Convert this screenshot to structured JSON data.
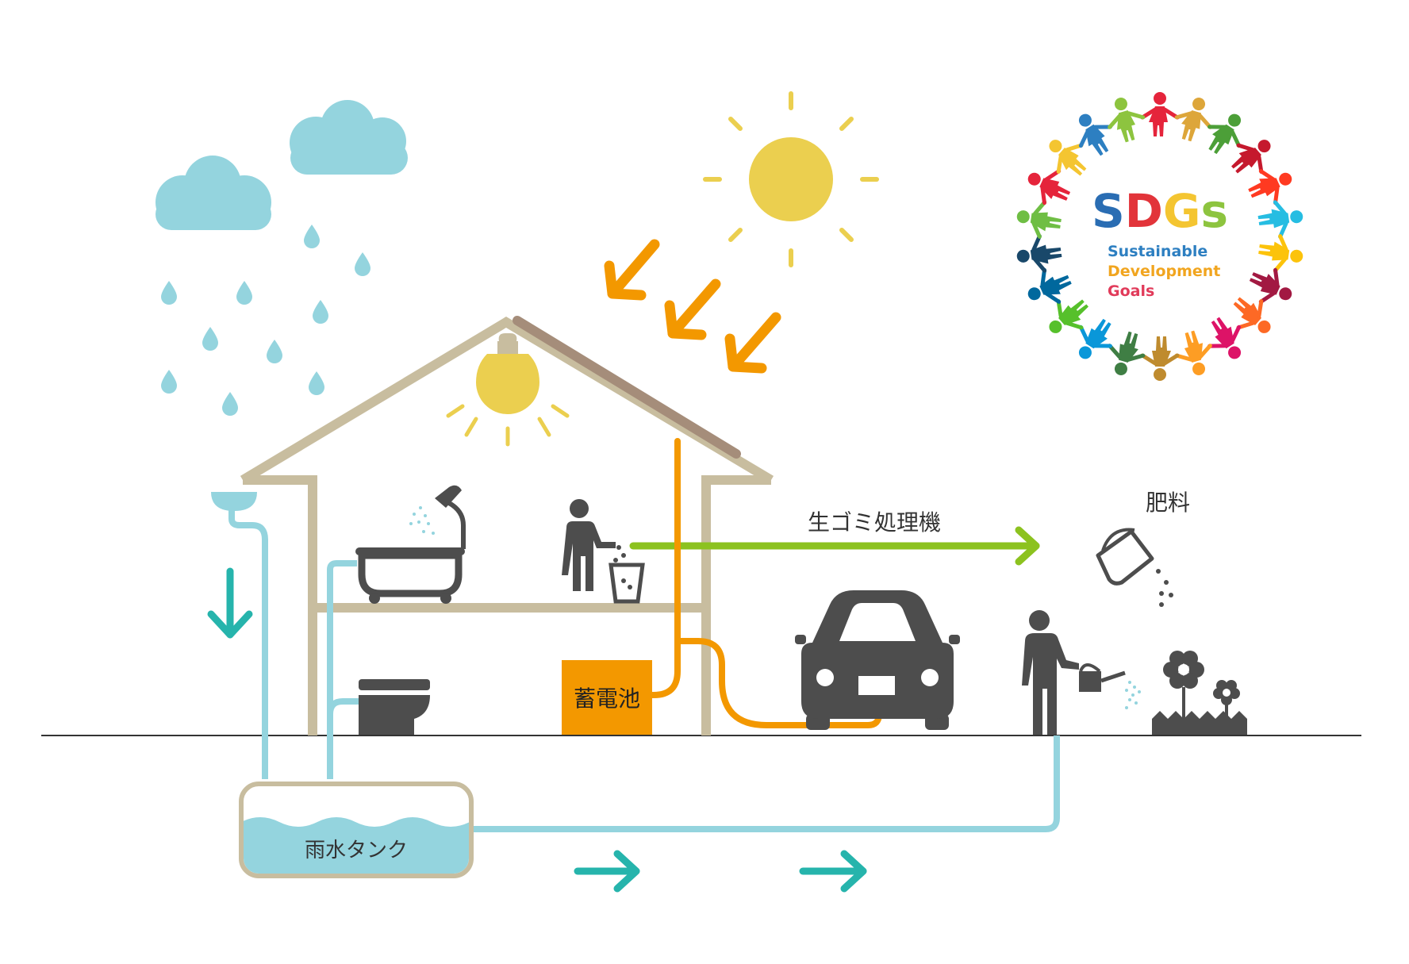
{
  "labels": {
    "rainwater_tank": "雨水タンク",
    "battery": "蓄電池",
    "garbage_processor": "生ゴミ処理機",
    "fertilizer": "肥料"
  },
  "sdgs": {
    "letters": [
      "S",
      "D",
      "G",
      "s"
    ],
    "letter_colors": [
      "#2a6db3",
      "#e2343a",
      "#f4c531",
      "#8dc43f"
    ],
    "line1": "Sustainable",
    "line2": "Development",
    "line3": "Goals",
    "line_colors": [
      "#2d7fc1",
      "#f1a51f",
      "#e13b5a"
    ],
    "ring_colors": [
      "#e5243b",
      "#dda63a",
      "#4c9f38",
      "#c5192d",
      "#ff3a21",
      "#26bde2",
      "#fcc30b",
      "#a21942",
      "#fd6925",
      "#dd1367",
      "#fd9d24",
      "#bf8b2e",
      "#3f7e44",
      "#0a97d9",
      "#56c02b",
      "#00689d",
      "#19486a",
      "#6fbe44",
      "#e5243b",
      "#f4c531",
      "#2d7fc1",
      "#8dc43f"
    ]
  },
  "colors": {
    "water": "#94d4de",
    "house": "#c8bd9f",
    "orange": "#f39800",
    "green": "#8cc21f",
    "teal": "#26b4ac",
    "cloud": "#94d4de",
    "sun": "#ebcf4f",
    "icon": "#4d4d4d",
    "roof_panel": "#a58d7a"
  }
}
